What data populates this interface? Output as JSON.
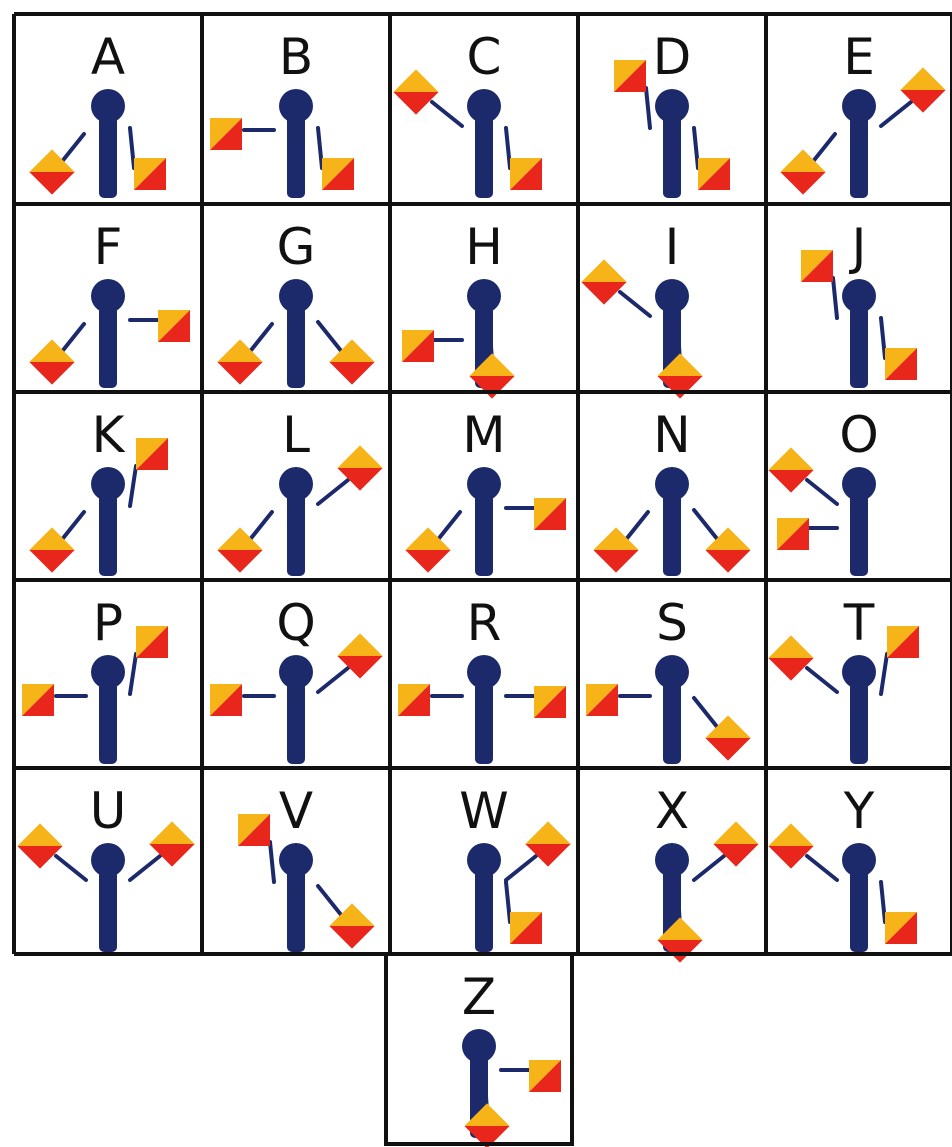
{
  "colors": {
    "background": "#ffffff",
    "grid_line": "#111111",
    "figure_body": "#1c2a6b",
    "flag_red": "#e8261c",
    "flag_yellow": "#f6b419"
  },
  "cells": [
    {
      "letter": "A",
      "flags": [
        "left-down",
        "right-low"
      ]
    },
    {
      "letter": "B",
      "flags": [
        "left-horizontal",
        "right-low"
      ]
    },
    {
      "letter": "C",
      "flags": [
        "left-up-diag",
        "right-low"
      ]
    },
    {
      "letter": "D",
      "flags": [
        "left-up-vertical",
        "right-low"
      ]
    },
    {
      "letter": "E",
      "flags": [
        "left-down",
        "right-up-diag"
      ]
    },
    {
      "letter": "F",
      "flags": [
        "left-down",
        "right-horizontal"
      ]
    },
    {
      "letter": "G",
      "flags": [
        "left-down",
        "right-down-diag"
      ]
    },
    {
      "letter": "H",
      "flags": [
        "left-horizontal-low",
        "center-down"
      ]
    },
    {
      "letter": "I",
      "flags": [
        "left-up-diag",
        "center-down"
      ]
    },
    {
      "letter": "J",
      "flags": [
        "left-up-vertical",
        "right-low"
      ]
    },
    {
      "letter": "K",
      "flags": [
        "left-down",
        "right-up-vertical"
      ]
    },
    {
      "letter": "L",
      "flags": [
        "left-down",
        "right-up-diag"
      ]
    },
    {
      "letter": "M",
      "flags": [
        "left-down",
        "right-horizontal"
      ]
    },
    {
      "letter": "N",
      "flags": [
        "left-down",
        "right-down-diag"
      ]
    },
    {
      "letter": "O",
      "flags": [
        "left-up-diag",
        "left-horizontal-low"
      ]
    },
    {
      "letter": "P",
      "flags": [
        "left-horizontal",
        "right-up-vertical"
      ]
    },
    {
      "letter": "Q",
      "flags": [
        "left-horizontal",
        "right-up-diag"
      ]
    },
    {
      "letter": "R",
      "flags": [
        "left-horizontal",
        "right-horizontal"
      ]
    },
    {
      "letter": "S",
      "flags": [
        "left-horizontal",
        "right-down-diag"
      ]
    },
    {
      "letter": "T",
      "flags": [
        "left-up-diag",
        "right-up-vertical"
      ]
    },
    {
      "letter": "U",
      "flags": [
        "left-up-diag",
        "right-up-diag"
      ]
    },
    {
      "letter": "V",
      "flags": [
        "left-up-vertical",
        "right-down-diag"
      ]
    },
    {
      "letter": "W",
      "flags": [
        "right-up-diag",
        "right-low"
      ]
    },
    {
      "letter": "X",
      "flags": [
        "right-up-diag",
        "center-down"
      ]
    },
    {
      "letter": "Y",
      "flags": [
        "left-up-diag",
        "right-low"
      ]
    },
    {
      "letter": "Z",
      "flags": [
        "right-horizontal",
        "center-down"
      ]
    }
  ]
}
